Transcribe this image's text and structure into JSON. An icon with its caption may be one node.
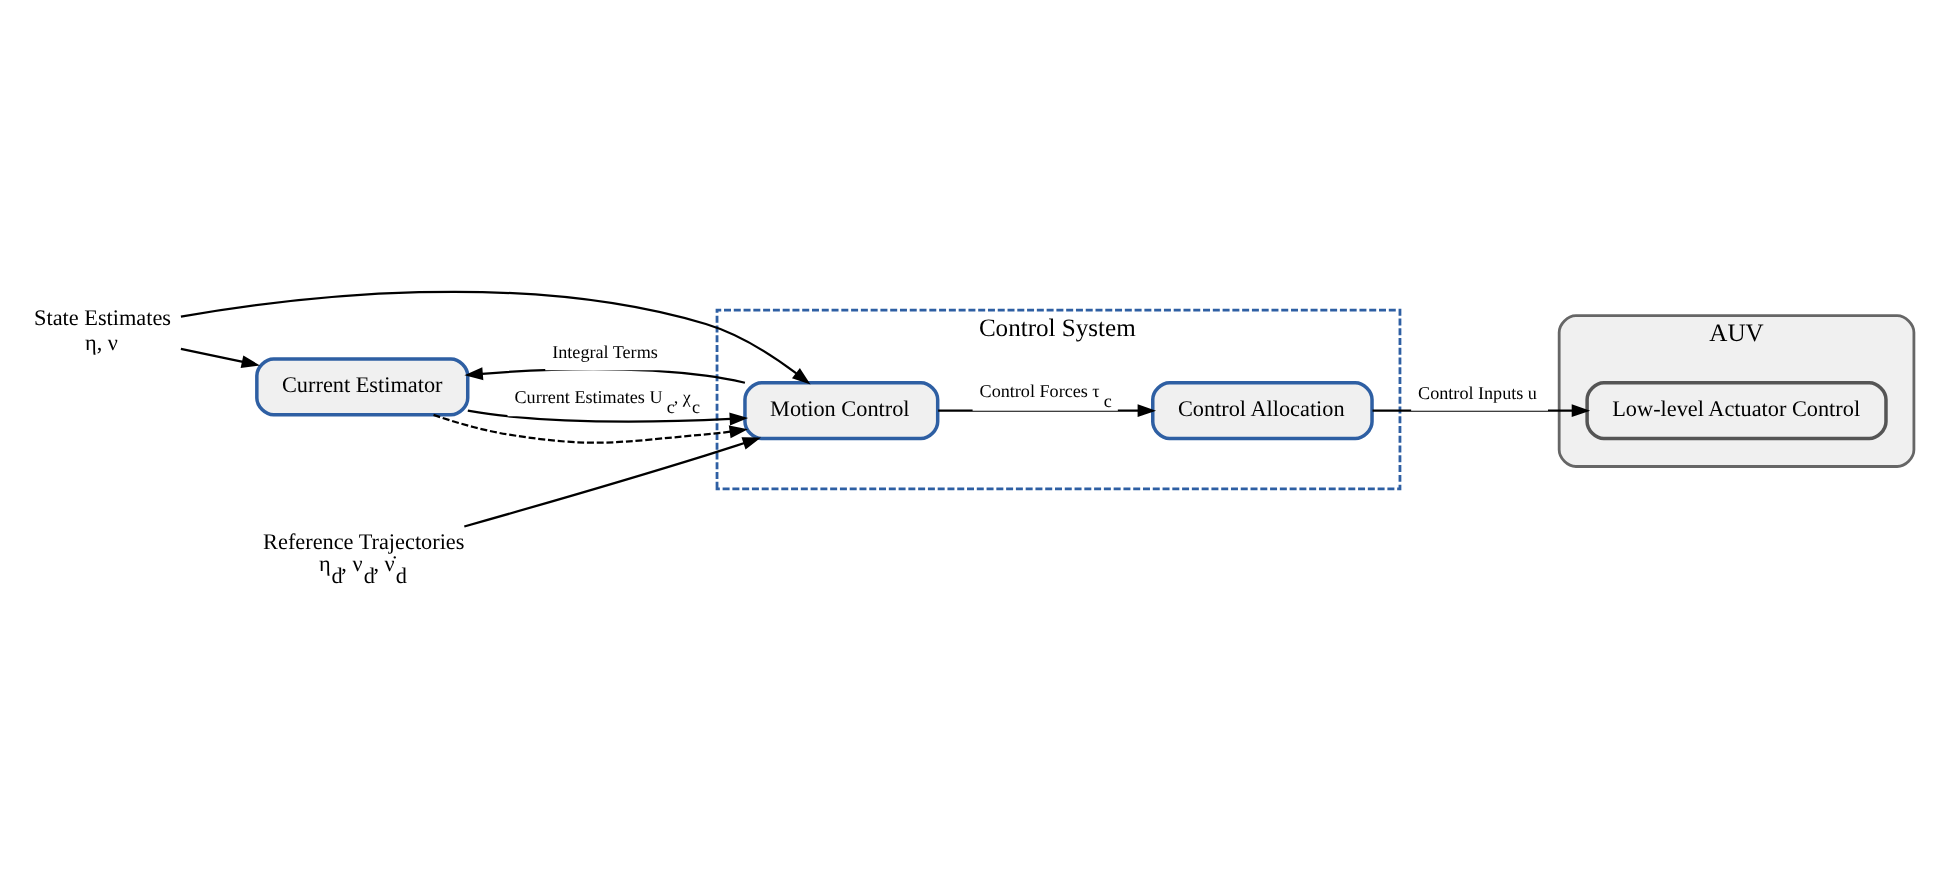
{
  "diagram": {
    "nodes": [
      {
        "text": [
          "Control System"
        ]
      },
      {
        "text": [
          "Motion Control"
        ],
        "in": 0
      },
      {
        "text": [
          "Control Allocation"
        ],
        "in": 0
      },
      {
        "text": [
          "AUV"
        ]
      },
      {
        "text": [
          "Low-level Actuator Control"
        ],
        "in": 3
      },
      {
        "text": [
          "Current Estimator"
        ]
      },
      {
        "text": [
          "Reference Trajectories",
          "η$_{d}$, ν$_{d}$, ν̇$_{d}$"
        ]
      },
      {
        "text": [
          "State Estimates",
          "η, ν"
        ]
      }
    ],
    "edges": [
      {
        "from": 6,
        "to": 1,
        "arrow": "to"
      },
      {
        "from": 1,
        "to": 2,
        "arrow": "to",
        "label": "Control Forces τ$_{c}$"
      },
      {
        "from": 2,
        "to": 4,
        "arrow": "to",
        "label": "Control Inputs u"
      },
      {
        "from": 5,
        "to": 1,
        "arrow": "to",
        "label": "Current Estimates U$_{c}$, χ$_{c}$"
      },
      {
        "from": 1,
        "to": 5,
        "arrow": "to",
        "label": "Integral Terms"
      },
      {
        "from": 7,
        "to": 1,
        "arrow": "to"
      },
      {
        "from": 7,
        "to": 5,
        "arrow": "to"
      },
      {
        "from": 5,
        "to": 1,
        "arrow": "to",
        "style": "dashed"
      }
    ]
  }
}
